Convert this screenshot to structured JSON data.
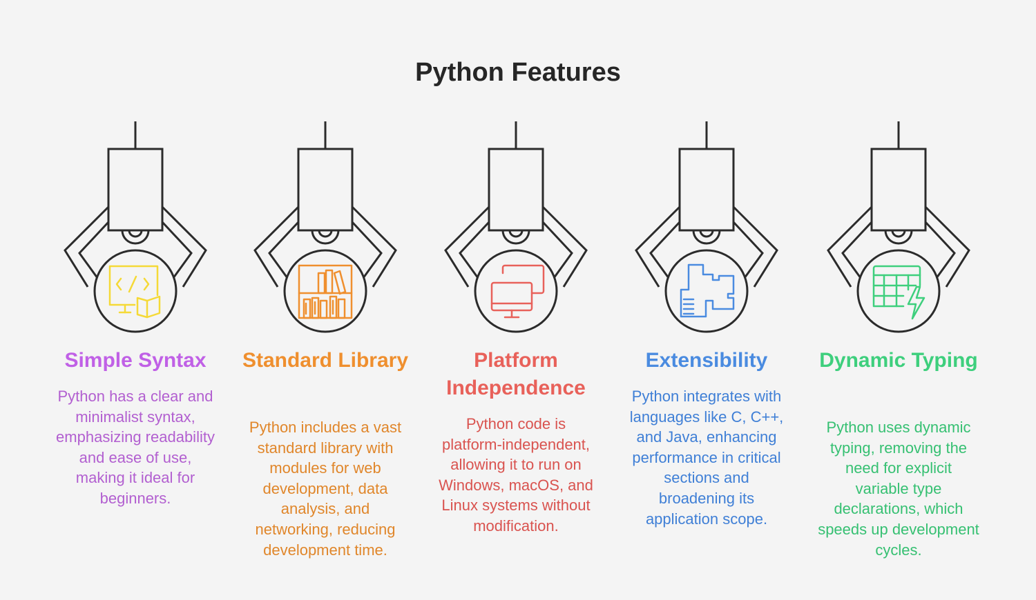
{
  "title": "Python Features",
  "outline_color": "#2b2b2b",
  "features": [
    {
      "title": "Simple Syntax",
      "description": "Python has a clear and minimalist syntax, emphasizing readability and ease of use, making it ideal for beginners.",
      "icon": "code-monitor-book-icon",
      "title_color": "#c060e6",
      "text_color": "#b25fd0",
      "icon_color": "#f5d937"
    },
    {
      "title": "Standard Library",
      "description": "Python includes a vast standard library with modules for web development, data analysis, and networking, reducing development time.",
      "icon": "bookshelf-icon",
      "title_color": "#ef8f2e",
      "text_color": "#e0862a",
      "icon_color": "#ef8f2e"
    },
    {
      "title": "Platform Independence",
      "description": "Python code is platform-independent, allowing it to run on Windows, macOS, and Linux systems without modification.",
      "icon": "multi-monitor-icon",
      "title_color": "#e8615a",
      "text_color": "#d9534f",
      "icon_color": "#e8615a"
    },
    {
      "title": "Extensibility",
      "description": "Python integrates with languages like C, C++, and Java, enhancing performance in critical sections and broadening its application scope.",
      "icon": "puzzle-document-icon",
      "title_color": "#4a8be0",
      "text_color": "#3f7fd6",
      "icon_color": "#4a8be0"
    },
    {
      "title": "Dynamic Typing",
      "description": "Python uses dynamic typing, removing the need for explicit variable type declarations, which speeds up development cycles.",
      "icon": "table-lightning-icon",
      "title_color": "#3ecf7d",
      "text_color": "#36c072",
      "icon_color": "#3ecf7d"
    }
  ]
}
